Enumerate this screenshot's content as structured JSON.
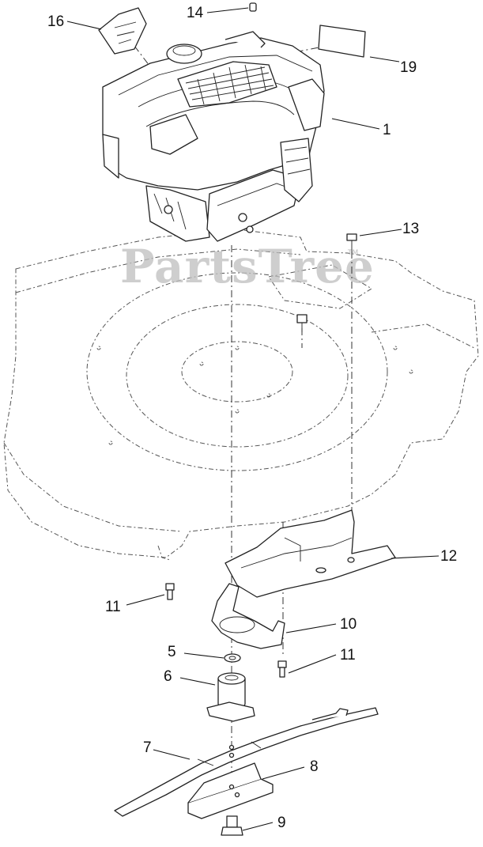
{
  "watermark": {
    "text": "PartsTree",
    "mark": "TM"
  },
  "callouts": {
    "c1": "1",
    "c5": "5",
    "c6": "6",
    "c7": "7",
    "c8": "8",
    "c9": "9",
    "c10": "10",
    "c11a": "11",
    "c11b": "11",
    "c12": "12",
    "c13": "13",
    "c14": "14",
    "c16": "16",
    "c19": "19"
  }
}
